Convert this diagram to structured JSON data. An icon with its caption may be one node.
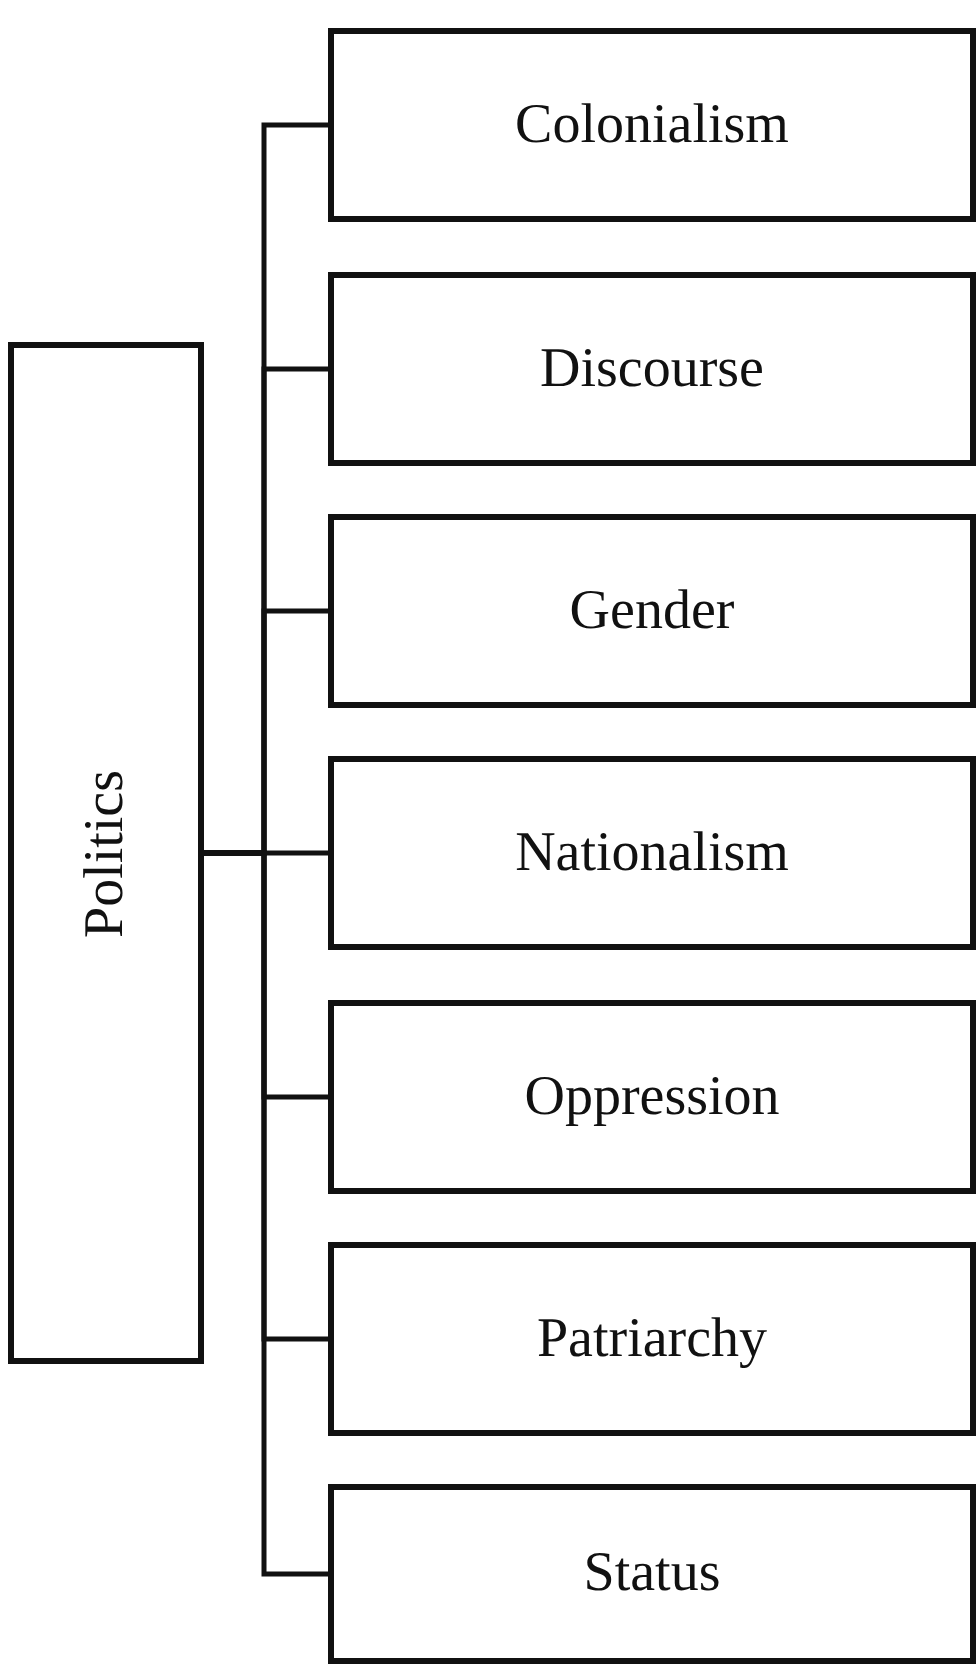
{
  "diagram": {
    "nodes": [
      {
        "text": [
          "Politics"
        ]
      },
      {
        "text": [
          "Colonialism"
        ]
      },
      {
        "text": [
          "Discourse"
        ]
      },
      {
        "text": [
          "Gender"
        ]
      },
      {
        "text": [
          "Nationalism"
        ]
      },
      {
        "text": [
          "Oppression"
        ]
      },
      {
        "text": [
          "Patriarchy"
        ]
      },
      {
        "text": [
          "Status"
        ]
      }
    ],
    "edges": [
      {
        "from": 0,
        "to": 1,
        "arrow": "none"
      },
      {
        "from": 0,
        "to": 2,
        "arrow": "none"
      },
      {
        "from": 0,
        "to": 3,
        "arrow": "none"
      },
      {
        "from": 0,
        "to": 4,
        "arrow": "none"
      },
      {
        "from": 0,
        "to": 5,
        "arrow": "none"
      },
      {
        "from": 0,
        "to": 6,
        "arrow": "none"
      },
      {
        "from": 0,
        "to": 7,
        "arrow": "none"
      }
    ]
  }
}
